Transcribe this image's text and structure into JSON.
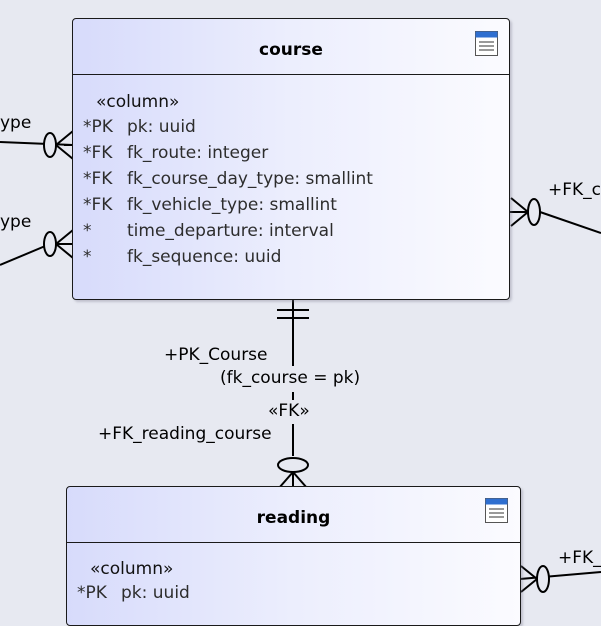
{
  "entities": {
    "course": {
      "title": "course",
      "stereotype": "«column»",
      "columns": [
        {
          "key": "*PK",
          "text": "pk: uuid"
        },
        {
          "key": "*FK",
          "text": "fk_route: integer"
        },
        {
          "key": "*FK",
          "text": "fk_course_day_type: smallint"
        },
        {
          "key": "*FK",
          "text": "fk_vehicle_type: smallint"
        },
        {
          "key": "*",
          "text": "time_departure: interval"
        },
        {
          "key": "*",
          "text": "fk_sequence: uuid"
        }
      ]
    },
    "reading": {
      "title": "reading",
      "stereotype": "«column»",
      "columns": [
        {
          "key": "*PK",
          "text": "pk: uuid"
        }
      ]
    }
  },
  "relationship": {
    "pk_role": "+PK_Course",
    "join_condition": "(fk_course = pk)",
    "stereotype": "«FK»",
    "fk_role": "+FK_reading_course"
  },
  "edge_labels": {
    "left_top": "ype",
    "left_bottom": "ype",
    "right_top": "+FK_c",
    "right_bottom": "+FK_"
  },
  "colors": {
    "canvas": "#e7e9f1",
    "entity_fill_start": "#d7dbfb",
    "entity_fill_end": "#fbfbff",
    "border": "#1a1a1a",
    "icon_blue": "#2f6fd0"
  }
}
